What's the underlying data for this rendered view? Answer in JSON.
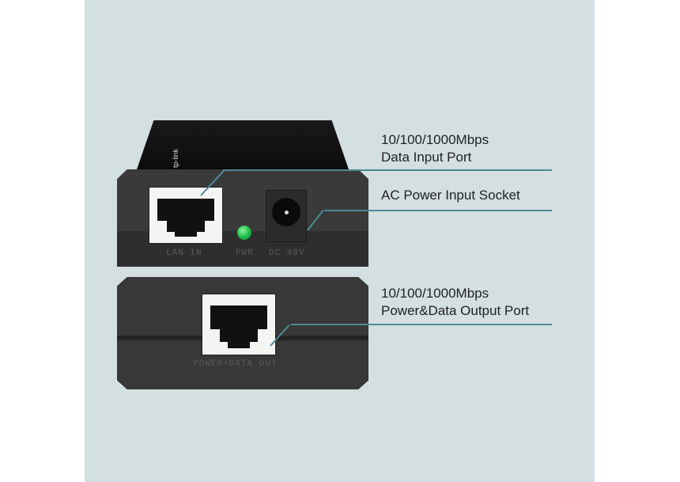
{
  "device": {
    "brand_mark": "tp-link",
    "ports": {
      "lan_in_label": "LAN IN",
      "pwr_label": "PWR",
      "dc_label": "DC 48V",
      "output_label": "POWER+DATA OUT"
    },
    "led_color": "#1fc04a"
  },
  "callouts": [
    {
      "line1": "10/100/1000Mbps",
      "line2": "Data Input Port"
    },
    {
      "line1": "AC Power Input Socket"
    },
    {
      "line1": "10/100/1000Mbps",
      "line2": "Power&Data Output Port"
    }
  ],
  "colors": {
    "panel_bg": "#d3dfe0",
    "leader_line": "#4d8a98",
    "device_body": "#3a3a3a"
  }
}
